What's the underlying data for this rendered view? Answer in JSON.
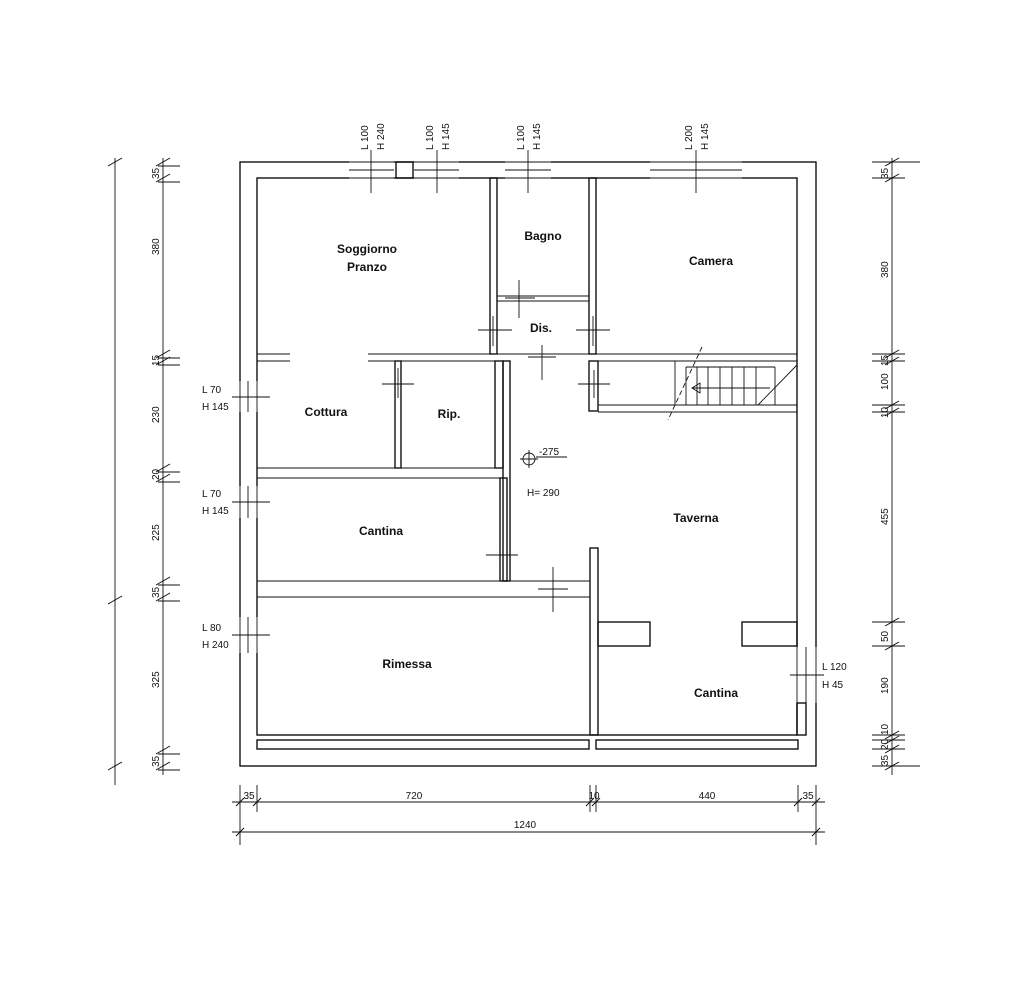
{
  "rooms": {
    "soggiorno_line1": "Soggiorno",
    "soggiorno_line2": "Pranzo",
    "bagno": "Bagno",
    "camera": "Camera",
    "dis": "Dis.",
    "cottura": "Cottura",
    "rip": "Rip.",
    "cantina_left": "Cantina",
    "taverna": "Taverna",
    "rimessa": "Rimessa",
    "cantina_right": "Cantina"
  },
  "level": {
    "elevation": "-275",
    "height": "H= 290"
  },
  "windows_top": [
    {
      "l": "L 100",
      "h": "H 240"
    },
    {
      "l": "L 100",
      "h": "H 145"
    },
    {
      "l": "L 100",
      "h": "H 145"
    },
    {
      "l": "L 200",
      "h": "H 145"
    }
  ],
  "windows_left": [
    {
      "l": "L 70",
      "h": "H 145"
    },
    {
      "l": "L 70",
      "h": "H 145"
    },
    {
      "l": "L 80",
      "h": "H 240"
    }
  ],
  "window_right": {
    "l": "L 120",
    "h": "H 45"
  },
  "dims_left": [
    "35",
    "380",
    "15",
    "230",
    "20",
    "225",
    "35",
    "325",
    "35"
  ],
  "dims_right": [
    "35",
    "380",
    "15",
    "10",
    "100",
    "455",
    "50",
    "190",
    "10",
    "20",
    "35"
  ],
  "dims_bottom": [
    "35",
    "720",
    "10",
    "440",
    "35"
  ],
  "dims_bottom_total": "1240"
}
